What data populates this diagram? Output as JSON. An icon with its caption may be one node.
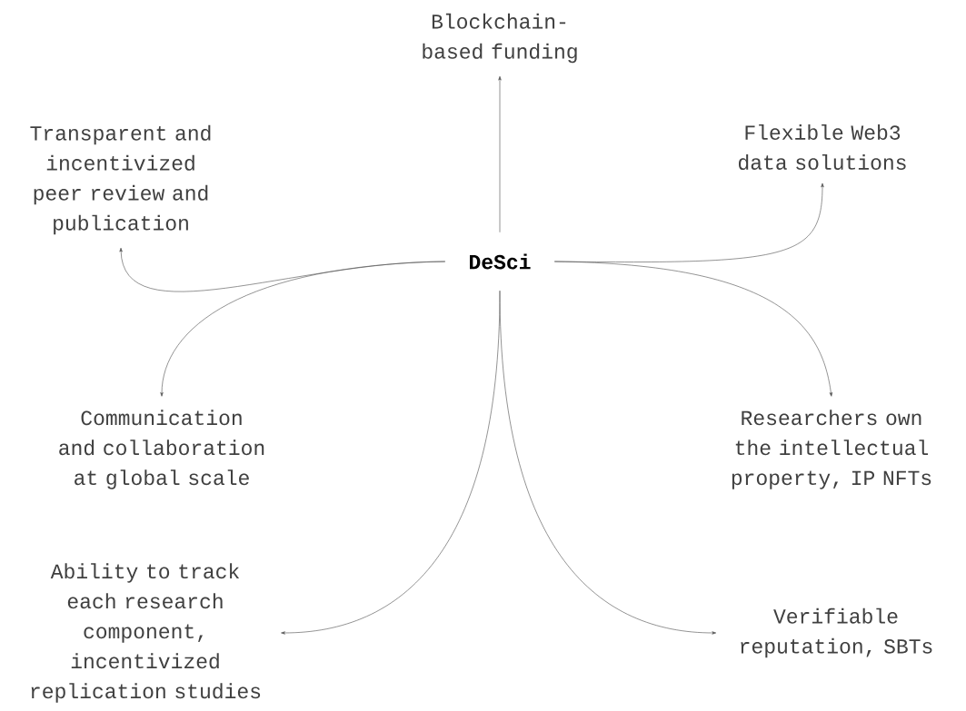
{
  "diagram": {
    "nodes": [
      {
        "text": [
          "DeSci"
        ]
      },
      {
        "text": [
          "Blockchain-based funding"
        ]
      },
      {
        "text": [
          "Transparent and incentivized peer review and publication"
        ]
      },
      {
        "text": [
          "Flexible Web3 data solutions"
        ]
      },
      {
        "text": [
          "Communication and collaboration at global scale"
        ]
      },
      {
        "text": [
          "Researchers own the intellectual property, IP NFTs"
        ]
      },
      {
        "text": [
          "Ability to track each research component, incentivized replication studies"
        ]
      },
      {
        "text": [
          "Verifiable reputation, SBTs"
        ]
      }
    ],
    "edges": [
      {
        "from": 0,
        "to": 1,
        "arrow": "to"
      },
      {
        "from": 0,
        "to": 2,
        "arrow": "to"
      },
      {
        "from": 0,
        "to": 3,
        "arrow": "to"
      },
      {
        "from": 0,
        "to": 4,
        "arrow": "to"
      },
      {
        "from": 0,
        "to": 5,
        "arrow": "to"
      },
      {
        "from": 0,
        "to": 6,
        "arrow": "to"
      },
      {
        "from": 0,
        "to": 7,
        "arrow": "to"
      }
    ]
  }
}
